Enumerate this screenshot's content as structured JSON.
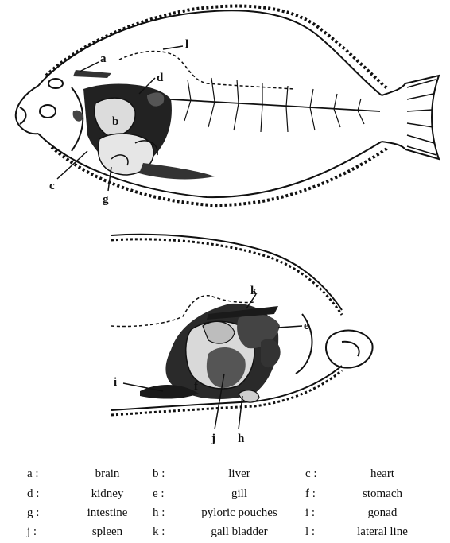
{
  "labels": {
    "a": "a",
    "b": "b",
    "c": "c",
    "d": "d",
    "e": "e",
    "f": "f",
    "g": "g",
    "h": "h",
    "i": "i",
    "j": "j",
    "k": "k",
    "l": "l"
  },
  "legend": {
    "rows": [
      [
        {
          "key": "a :",
          "term": "brain"
        },
        {
          "key": "b :",
          "term": "liver"
        },
        {
          "key": "c :",
          "term": "heart"
        }
      ],
      [
        {
          "key": "d :",
          "term": "kidney"
        },
        {
          "key": "e :",
          "term": "gill"
        },
        {
          "key": "f :",
          "term": "stomach"
        }
      ],
      [
        {
          "key": "g :",
          "term": "intestine"
        },
        {
          "key": "h :",
          "term": "pyloric pouches"
        },
        {
          "key": "i :",
          "term": "gonad"
        }
      ],
      [
        {
          "key": "j :",
          "term": "spleen"
        },
        {
          "key": "k :",
          "term": "gall bladder"
        },
        {
          "key": "l :",
          "term": "lateral line"
        }
      ]
    ]
  }
}
